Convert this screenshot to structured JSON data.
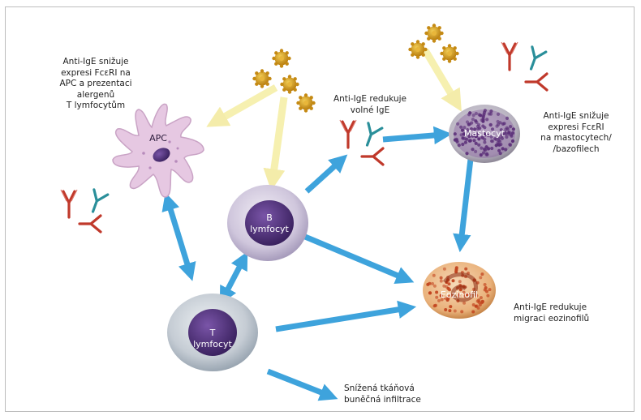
{
  "annotations": {
    "apc_note": "Anti-IgE snižuje\nexpresi FcεRI na\nAPC a prezentaci\nalergenů\nT lymfocytům",
    "free_ige_note": "Anti-IgE redukuje\nvolné IgE",
    "mast_note": "Anti-IgE snižuje\nexpresi FcεRI\nna mastocytech/\n/bazofilech",
    "eos_note": "Anti-IgE redukuje\nmigraci eozinofilů",
    "tissue_note": "Snížená tkáňová\nbuněčná infiltrace"
  },
  "cells": {
    "apc": "APC",
    "b_cell": "B\nlymfocyt",
    "t_cell": "T\nlymfocyt",
    "mast_cell": "Mastocyt",
    "eosinophil": "Eozinofil"
  },
  "colors": {
    "blue_arrow": "#3ea3dc",
    "allergen_arrow": "#f6f0b0",
    "allergen": "#d9a020",
    "ige_red": "#c0392b",
    "ige_teal": "#2a8f9a",
    "apc_fill": "#e6c8e2",
    "mast_fill": "#6b3f86",
    "eos_fill": "#e69b55"
  },
  "icons": [
    "allergen-pollen-icon",
    "ige-antibody-icon",
    "anti-ige-antibody-icon"
  ]
}
